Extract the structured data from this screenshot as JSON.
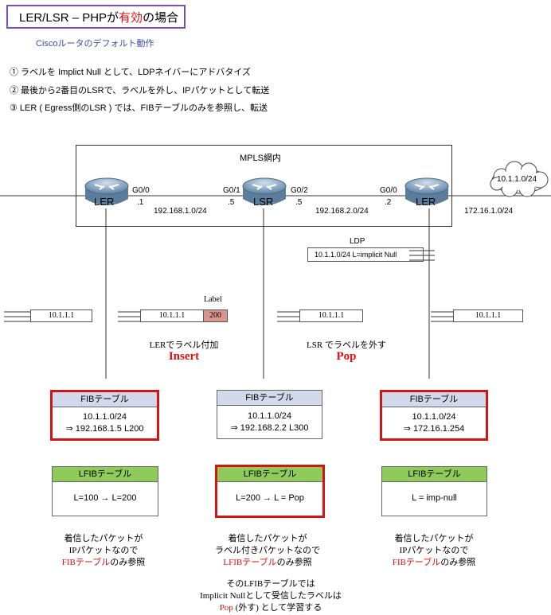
{
  "title": {
    "pre": "LER/LSR – PHPが",
    "em": "有効",
    "post": "の場合"
  },
  "subtitle": "Ciscoルータのデフォルト動作",
  "steps": [
    "①  ラベルを Implict Null として、LDPネイバーにアドバタイズ",
    "②  最後から2番目のLSRで、ラベルを外し、IPパケットとして転送",
    "③  LER ( Egress側のLSR ) では、FIBテーブルのみを参照し、転送"
  ],
  "mpls_label": "MPLS網内",
  "routers": {
    "left": "LER",
    "middle": "LSR",
    "right": "LER"
  },
  "interfaces": {
    "ler1_g00": "G0/0",
    "ler1_ip": ".1",
    "lsr_g01": "G0/1",
    "lsr_ip1": ".5",
    "lsr_g02": "G0/2",
    "lsr_ip2": ".5",
    "ler2_g00": "G0/0",
    "ler2_ip": ".2"
  },
  "networks": {
    "n1": "192.168.1.0/24",
    "n2": "192.168.2.0/24",
    "n3": "172.16.1.0/24"
  },
  "cloud": "10.1.1.0/24",
  "ldp": {
    "title": "LDP",
    "text": "10.1.1.0/24 L=implicit Null"
  },
  "packets": {
    "p1": "10.1.1.1",
    "p2": "10.1.1.1",
    "p2_label_title": "Label",
    "p2_label": "200",
    "p3": "10.1.1.1",
    "p4": "10.1.1.1"
  },
  "actions": {
    "ler_desc": "LERでラベル付加",
    "ler_op": "Insert",
    "lsr_desc": "LSR でラベルを外す",
    "lsr_op": "Pop"
  },
  "fib": {
    "title": "FIBテーブル",
    "t1": {
      "l1": "10.1.1.0/24",
      "l2": "⇒  192.168.1.5  L200"
    },
    "t2": {
      "l1": "10.1.1.0/24",
      "l2": "⇒  192.168.2.2  L300"
    },
    "t3": {
      "l1": "10.1.1.0/24",
      "l2": "⇒  172.16.1.254"
    }
  },
  "lfib": {
    "title": "LFIBテーブル",
    "t1": "L=100  →  L=200",
    "t2": "L=200  →  L = Pop",
    "t3": "L = imp-null"
  },
  "notes": {
    "n1": {
      "l1": "着信したパケットが",
      "l2": "IPパケットなので",
      "l3red": "FIBテーブル",
      "l3": "のみ参照"
    },
    "n2": {
      "l1": "着信したパケットが",
      "l2": "ラベル付きパケットなので",
      "l3red": "LFIBテーブル",
      "l3": "のみ参照"
    },
    "n3": {
      "l1": "着信したパケットが",
      "l2": "IPパケットなので",
      "l3red": "FIBテーブル",
      "l3": "のみ参照"
    },
    "n4": {
      "l1": "そのLFIBテーブルでは",
      "l2": "Implicit Nullとして受信したラベルは",
      "l3red": "Pop",
      "l3": " (外す) として学習する"
    }
  },
  "colors": {
    "accent_red": "#e01010",
    "fib_header": "#d2d9ea",
    "lfib_header": "#8fcb5a",
    "title_border": "#7a4fb0"
  }
}
